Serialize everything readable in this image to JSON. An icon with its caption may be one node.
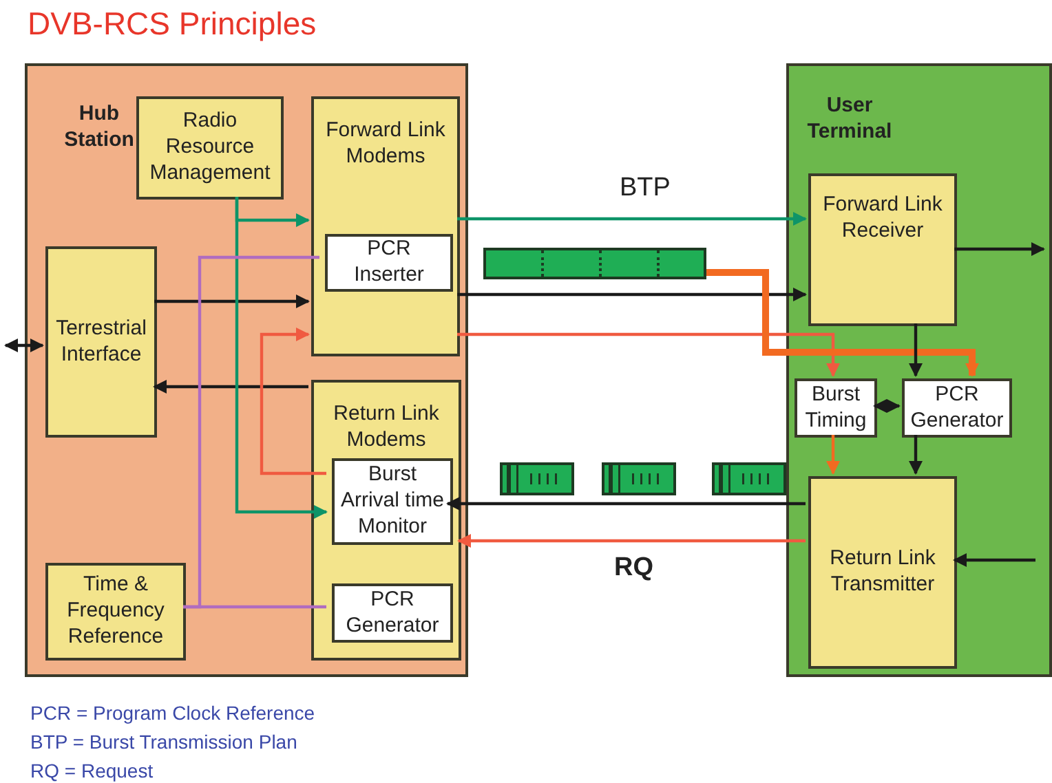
{
  "diagram": {
    "title": "DVB-RCS Principles",
    "nodes": [
      {
        "text": [
          "Hub Station"
        ]
      },
      {
        "text": [
          "Radio Resource Management"
        ],
        "in": 0
      },
      {
        "text": [
          "Forward Link Modems"
        ],
        "in": 0
      },
      {
        "text": [
          "PCR Inserter"
        ],
        "in": 2
      },
      {
        "text": [
          "Terrestrial Interface"
        ],
        "in": 0
      },
      {
        "text": [
          "Return Link Modems"
        ],
        "in": 0
      },
      {
        "text": [
          "Burst Arrival time Monitor"
        ],
        "in": 5
      },
      {
        "text": [
          "Time & Frequency Reference"
        ],
        "in": 0
      },
      {
        "text": [
          "PCR Generator"
        ],
        "in": 5
      },
      {
        "text": [
          "User Terminal"
        ]
      },
      {
        "text": [
          "Forward Link Receiver"
        ],
        "in": 9
      },
      {
        "text": [
          "Burst Timing"
        ],
        "in": 9
      },
      {
        "text": [
          "PCR Generator"
        ],
        "in": 9
      },
      {
        "text": [
          "Return Link Transmitter"
        ],
        "in": 9
      },
      {
        "text": [],
        "shape": "bar"
      }
    ],
    "edges": [
      {
        "from": null,
        "to": 4,
        "arrow": "both"
      },
      {
        "from": 4,
        "to": 2,
        "arrow": "to"
      },
      {
        "from": 5,
        "to": 4,
        "arrow": "to"
      },
      {
        "from": 1,
        "to": 2,
        "arrow": "to",
        "color": "#0e9468"
      },
      {
        "from": 1,
        "to": 6,
        "arrow": "to",
        "color": "#0e9468"
      },
      {
        "from": 7,
        "to": 3,
        "arrow": "none",
        "color": "#b06cc0"
      },
      {
        "from": 7,
        "to": 8,
        "arrow": "none",
        "color": "#b06cc0"
      },
      {
        "from": 6,
        "to": 2,
        "arrow": "to",
        "color": "#f05a40"
      },
      {
        "from": 2,
        "to": 10,
        "arrow": "to",
        "label": "BTP",
        "color": "#0e9468"
      },
      {
        "from": 2,
        "to": 10,
        "arrow": "to"
      },
      {
        "from": 2,
        "to": 11,
        "arrow": "to",
        "color": "#f05a40"
      },
      {
        "from": 14,
        "to": 12,
        "arrow": "to",
        "style": "thick",
        "color": "#f26a21"
      },
      {
        "from": 10,
        "to": null,
        "arrow": "to"
      },
      {
        "from": 10,
        "to": 12,
        "arrow": "to"
      },
      {
        "from": 11,
        "to": 12,
        "arrow": "both"
      },
      {
        "from": 11,
        "to": 13,
        "arrow": "to",
        "color": "#f26a21"
      },
      {
        "from": 12,
        "to": 13,
        "arrow": "to"
      },
      {
        "from": 13,
        "to": 6,
        "arrow": "to"
      },
      {
        "from": 13,
        "to": 5,
        "arrow": "to",
        "label": "RQ",
        "color": "#f05a40"
      },
      {
        "from": null,
        "to": 13,
        "arrow": "to"
      }
    ],
    "labels": [
      "PCR = Program Clock Reference",
      "BTP = Burst Transmission Plan",
      "RQ = Request"
    ]
  }
}
